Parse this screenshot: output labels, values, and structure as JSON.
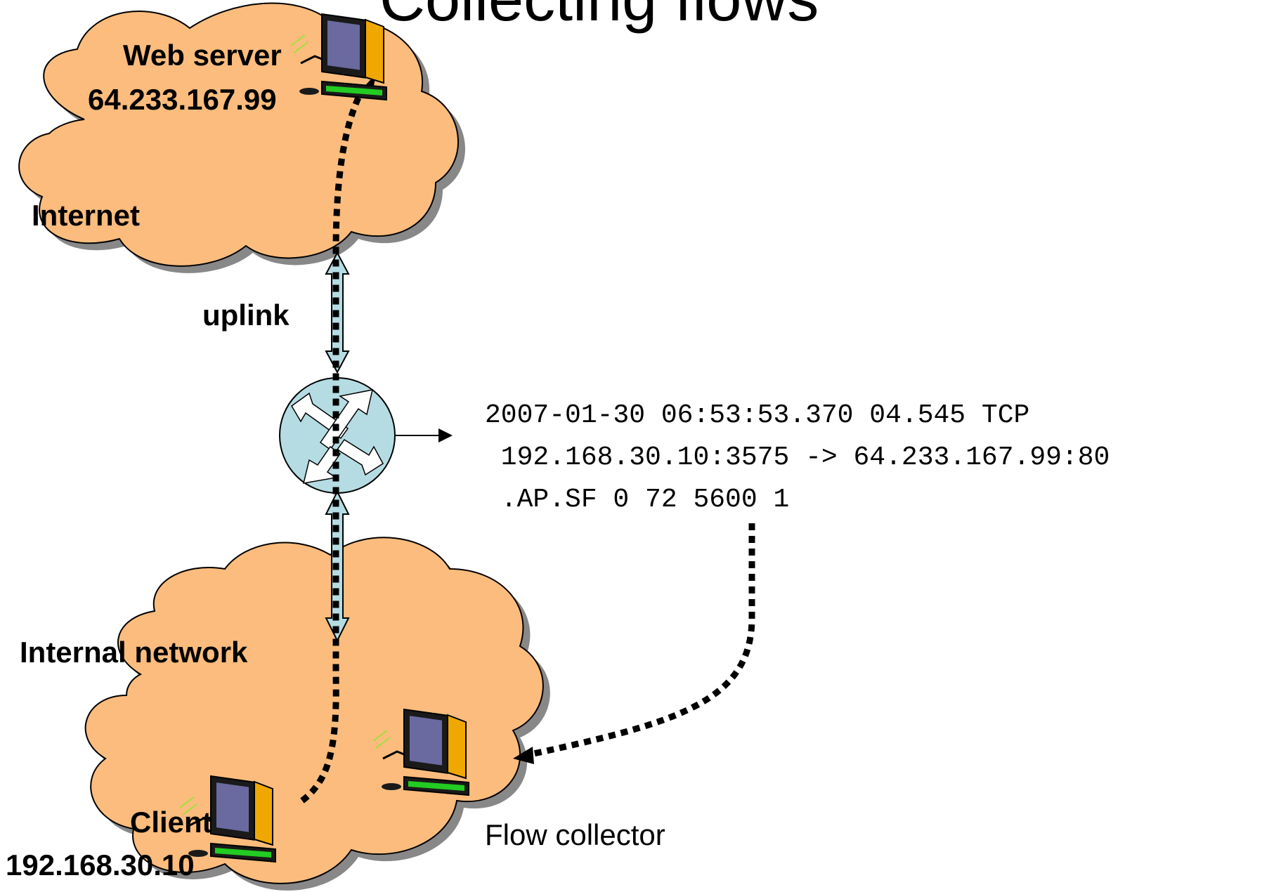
{
  "title": "Collecting flows",
  "clouds": {
    "internet": {
      "label": "Internet"
    },
    "internal": {
      "label": "Internal network"
    }
  },
  "hosts": {
    "web_server": {
      "name": "Web server",
      "ip": "64.233.167.99"
    },
    "client": {
      "name": "Client",
      "ip": "192.168.30.10"
    },
    "collector": {
      "name": "Flow collector"
    }
  },
  "link": {
    "label": "uplink"
  },
  "flow_record": {
    "line1": "2007-01-30 06:53:53.370 04.545 TCP",
    "line2": " 192.168.30.10:3575 -> 64.233.167.99:80",
    "line3": " .AP.SF 0 72 5600 1"
  },
  "colors": {
    "cloud_fill": "#FBBC7D",
    "cloud_shadow": "#888888",
    "router_fill": "#B5DCE3",
    "link_fill": "#B5DCE3",
    "monitor_screen": "#6A6AA0",
    "monitor_accent": "#F0A800",
    "keyboard": "#22CC22"
  },
  "icons": [
    "computer-icon",
    "router-icon"
  ]
}
